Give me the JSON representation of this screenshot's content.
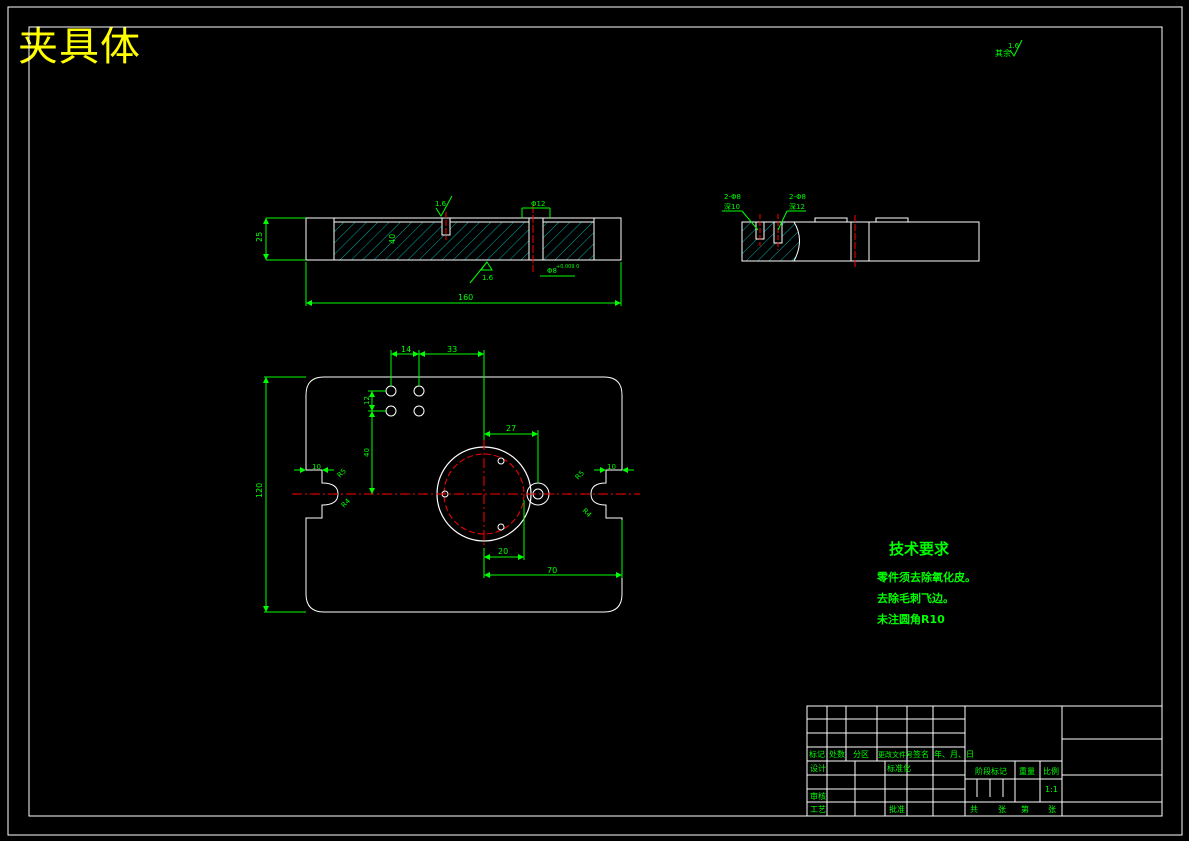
{
  "drawing_title": "夹具体",
  "roughness_default": {
    "prefix": "其余",
    "value": "1.6"
  },
  "section_view": {
    "roughness_top": "1.6",
    "roughness_bottom": "1.6",
    "dim_hole": "Φ12",
    "dim_height": "25",
    "dim_slot": "40",
    "dim_width": "160",
    "dim_pin": "Φ8",
    "dim_tol": "+0.009 0"
  },
  "side_view": {
    "hole_left_line1": "2-Φ8",
    "hole_left_line2": "深10",
    "hole_right_line1": "2-Φ8",
    "hole_right_line2": "深12"
  },
  "plan_view": {
    "dim_14": "14",
    "dim_33": "33",
    "dim_12": "12",
    "dim_40": "40",
    "dim_27": "27",
    "dim_20": "20",
    "dim_70": "70",
    "dim_120": "120",
    "dim_10_left": "10",
    "dim_10_right": "10",
    "dim_r5_left": "R5",
    "dim_r4_left": "R4",
    "dim_r5_right": "R5",
    "dim_r4_right": "R4"
  },
  "tech_requirements": {
    "heading": "技术要求",
    "lines": [
      "零件须去除氧化皮。",
      "去除毛刺飞边。",
      "未注圆角R10"
    ]
  },
  "title_block": {
    "h_mark": "标记",
    "h_count": "处数",
    "h_zone": "分区",
    "h_docno": "更改文件号",
    "h_sign": "签名",
    "h_date": "年、月、日",
    "r_design": "设计",
    "r_standard": "标准化",
    "r_check": "审核",
    "r_process": "工艺",
    "r_approve": "批准",
    "stage_mark": "阶段标记",
    "weight": "重量",
    "scale": "比例",
    "scale_value": "1:1",
    "sheet_total": "共",
    "sheet_unit1": "张",
    "sheet_no": "第",
    "sheet_unit2": "张"
  },
  "colors": {
    "outline": "#ffffff",
    "dimension": "#00ff00",
    "centerline": "#ff0000",
    "hatch": "#00aaaa",
    "title_text": "#ffff00"
  }
}
